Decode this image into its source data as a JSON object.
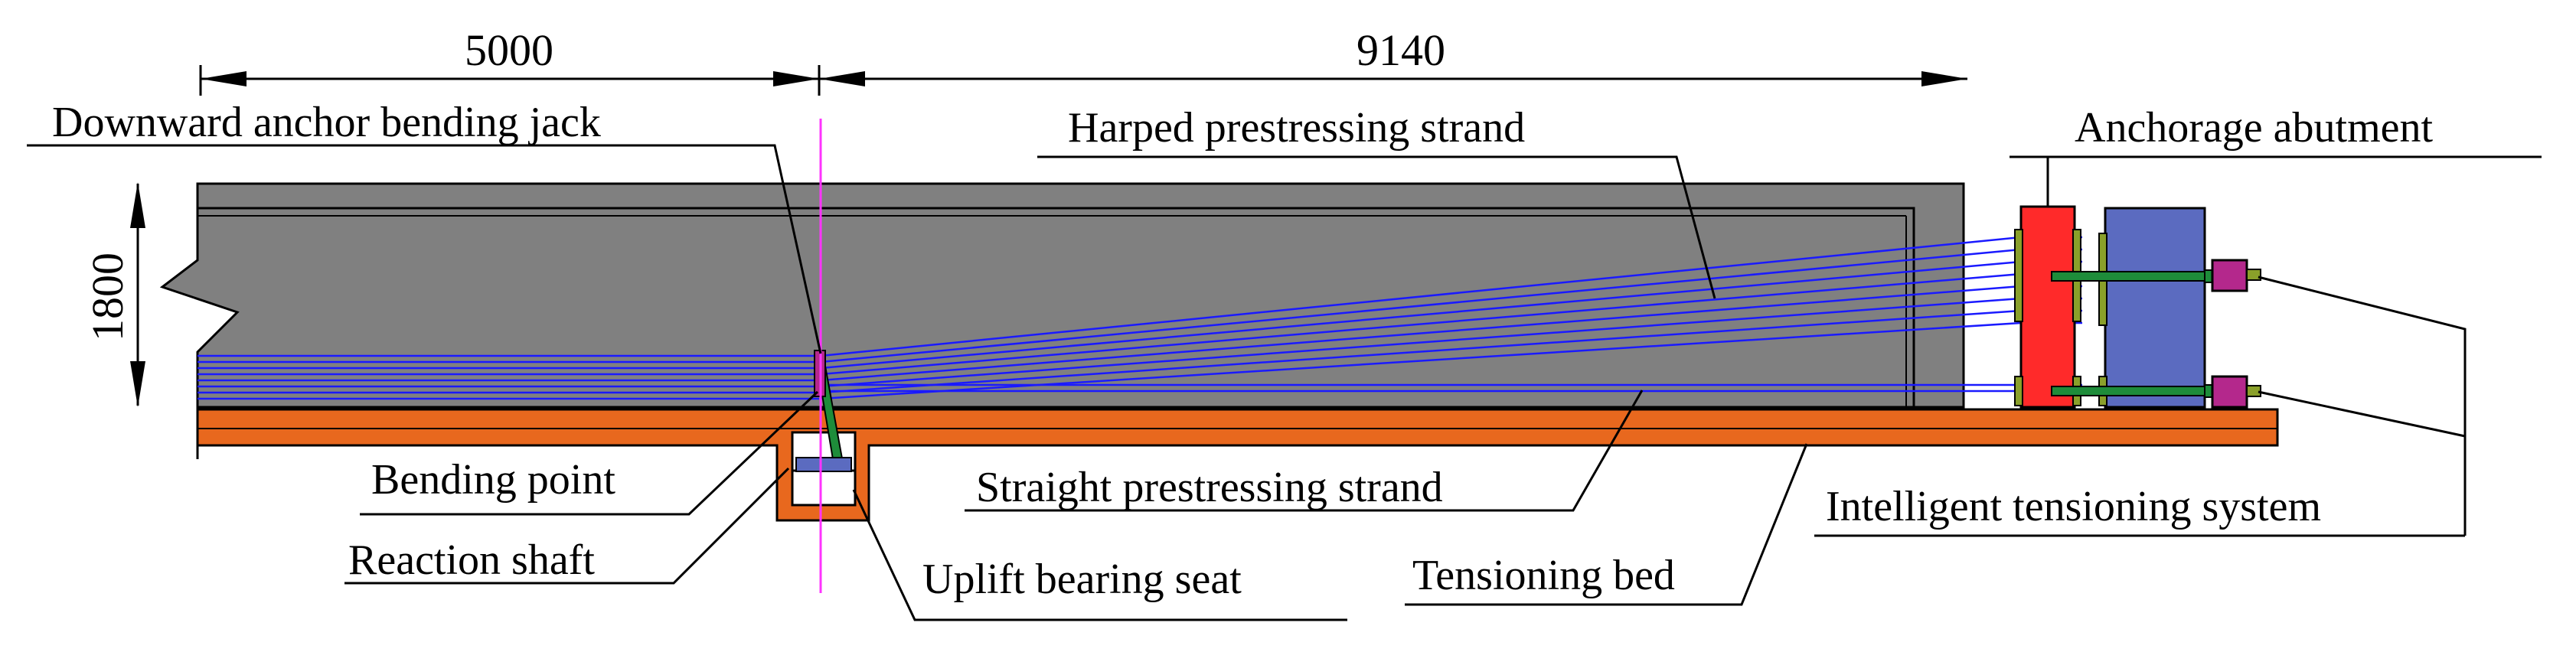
{
  "dimensions": {
    "left_span": "5000",
    "right_span": "9140",
    "height": "1800"
  },
  "labels": {
    "jack": "Downward anchor bending jack",
    "harped": "Harped prestressing strand",
    "abutment": "Anchorage abutment",
    "bending_point": "Bending point",
    "reaction_shaft": "Reaction shaft",
    "straight": "Straight prestressing strand",
    "uplift": "Uplift bearing seat",
    "tensioning_bed": "Tensioning bed",
    "tensioning_system": "Intelligent tensioning system"
  },
  "colors": {
    "beam": "#808080",
    "bed": "#e8681e",
    "strand": "#1a1aff",
    "abutment_red": "#ff2a2a",
    "abutment_blue": "#5b6bc0",
    "rod_green": "#1e8c3a",
    "jack_magenta": "#b4288c",
    "centerline": "#ff33ff"
  }
}
